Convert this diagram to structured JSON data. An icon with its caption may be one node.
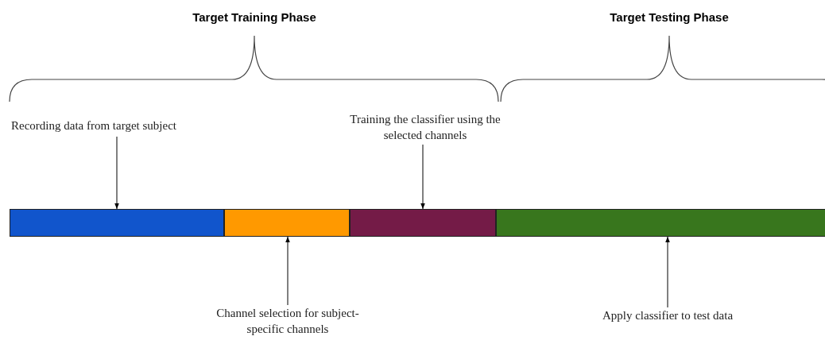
{
  "diagram": {
    "nodes": [
      {
        "text": [
          "Recording data from target subject"
        ]
      },
      {
        "text": [
          "Training the classifier using the selected channels"
        ]
      },
      {
        "text": [],
        "shape": "bar"
      },
      {
        "text": [],
        "shape": "bar"
      },
      {
        "text": [],
        "shape": "bar"
      },
      {
        "text": [],
        "shape": "bar"
      },
      {
        "text": [
          "Channel selection for subject-specific channels"
        ]
      },
      {
        "text": [
          "Apply classifier to test data"
        ]
      }
    ],
    "edges": [
      {
        "from": 0,
        "to": 2,
        "arrow": "to"
      },
      {
        "from": 1,
        "to": 4,
        "arrow": "to"
      },
      {
        "from": 6,
        "to": 3,
        "arrow": "to"
      },
      {
        "from": 7,
        "to": 5,
        "arrow": "to"
      }
    ],
    "labels": [
      "Target Training Phase",
      "Target Testing Phase"
    ]
  }
}
